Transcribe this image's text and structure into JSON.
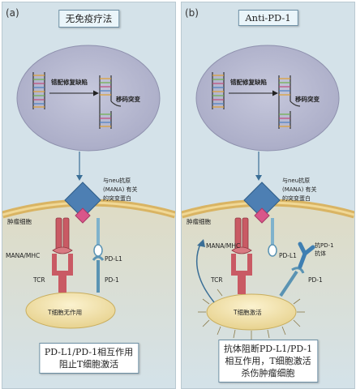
{
  "panels": [
    {
      "label": "(a)",
      "title": "无免疫疗法",
      "defect_label": "错配修复缺陷",
      "mutation_label": "移码突变",
      "antigen_line1": "与neu抗原",
      "antigen_line2": "(MANA) 有关",
      "antigen_line3": "的突变蛋白",
      "tumor_label": "肿瘤细胞",
      "mhc_label": "MANA/MHC",
      "pdl1_label": "PD-L1",
      "tcr_label": "TCR",
      "pd1_label": "PD-1",
      "tcell_label": "T细胞无作用",
      "conclusion_line1": "PD-L1/PD-1相互作用",
      "conclusion_line2": "阻止T细胞激活"
    },
    {
      "label": "(b)",
      "title": "Anti-PD-1",
      "defect_label": "错配修复缺陷",
      "mutation_label": "移码突变",
      "antigen_line1": "与neu抗原",
      "antigen_line2": "(MANA) 有关",
      "antigen_line3": "的突变蛋白",
      "tumor_label": "肿瘤细胞",
      "mhc_label": "MANA/MHC",
      "pdl1_label": "PD-L1",
      "antibody_line1": "抗PD-1",
      "antibody_line2": "抗体",
      "tcr_label": "TCR",
      "pd1_label": "PD-1",
      "tcell_label": "T细胞激活",
      "conclusion_line1": "抗体阻断PD-L1/PD-1",
      "conclusion_line2": "相互作用，T细胞激活",
      "conclusion_line3": "杀伤肿瘤细胞"
    }
  ],
  "colors": {
    "panel_bg": "#d4e2e9",
    "nucleus": "#b4b6cf",
    "membrane": "#d9b463",
    "antigen": "#4d7fb3",
    "antigen_tip": "#d9568a",
    "tcell": "#f2e3aa",
    "receptor_red": "#c95a64",
    "receptor_blue": "#7fb2cc",
    "antibody": "#3f7fb2"
  }
}
